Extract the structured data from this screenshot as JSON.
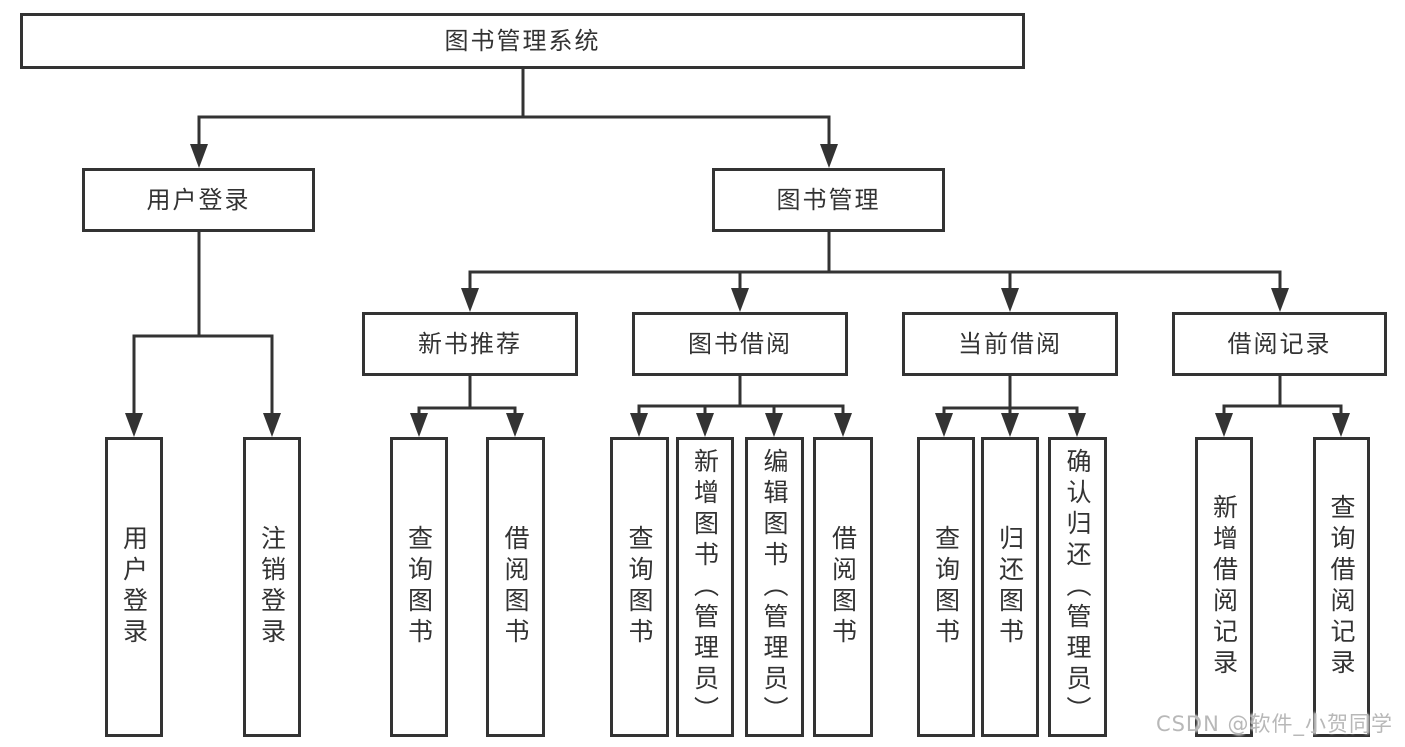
{
  "tree": {
    "root": {
      "label": "图书管理系统"
    },
    "branches": [
      {
        "label": "用户登录",
        "children": [
          {
            "label": "用户登录"
          },
          {
            "label": "注销登录"
          }
        ]
      },
      {
        "label": "图书管理",
        "children": [
          {
            "label": "新书推荐",
            "children": [
              {
                "label": "查询图书"
              },
              {
                "label": "借阅图书"
              }
            ]
          },
          {
            "label": "图书借阅",
            "children": [
              {
                "label": "查询图书"
              },
              {
                "label": "新增图书（管理员）"
              },
              {
                "label": "编辑图书（管理员）"
              },
              {
                "label": "借阅图书"
              }
            ]
          },
          {
            "label": "当前借阅",
            "children": [
              {
                "label": "查询图书"
              },
              {
                "label": "归还图书"
              },
              {
                "label": "确认归还（管理员）"
              }
            ]
          },
          {
            "label": "借阅记录",
            "children": [
              {
                "label": "新增借阅记录"
              },
              {
                "label": "查询借阅记录"
              }
            ]
          }
        ]
      }
    ]
  },
  "watermark": {
    "text": "CSDN @软件_小贺同学"
  },
  "colors": {
    "line": "#333333",
    "text": "#333333",
    "background": "#ffffff",
    "watermark": "#b8b8b8"
  }
}
